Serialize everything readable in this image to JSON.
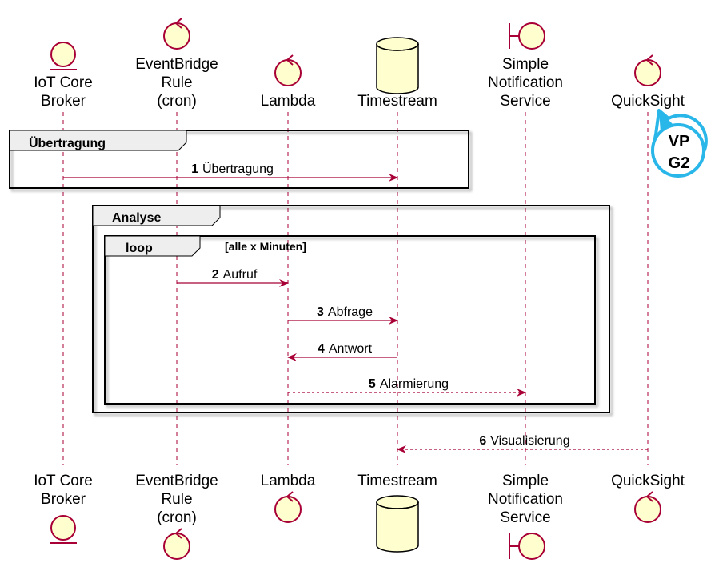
{
  "participants": [
    {
      "id": "iot",
      "type": "entity",
      "lines": [
        "IoT Core",
        "Broker"
      ]
    },
    {
      "id": "eb",
      "type": "control",
      "lines": [
        "EventBridge",
        "Rule",
        "(cron)"
      ]
    },
    {
      "id": "lambda",
      "type": "control",
      "lines": [
        "Lambda"
      ]
    },
    {
      "id": "ts",
      "type": "database",
      "lines": [
        "Timestream"
      ]
    },
    {
      "id": "sns",
      "type": "boundary",
      "lines": [
        "Simple",
        "Notification",
        "Service"
      ]
    },
    {
      "id": "qs",
      "type": "control",
      "lines": [
        "QuickSight"
      ]
    }
  ],
  "groups": {
    "uebertragung": {
      "label": "Übertragung"
    },
    "analyse": {
      "label": "Analyse"
    },
    "loop": {
      "label": "loop",
      "condition": "[alle x Minuten]"
    }
  },
  "messages": [
    {
      "num": "1",
      "text": "Übertragung",
      "from": "iot",
      "to": "ts",
      "style": "solid"
    },
    {
      "num": "2",
      "text": "Aufruf",
      "from": "eb",
      "to": "lambda",
      "style": "solid"
    },
    {
      "num": "3",
      "text": "Abfrage",
      "from": "lambda",
      "to": "ts",
      "style": "solid"
    },
    {
      "num": "4",
      "text": "Antwort",
      "from": "ts",
      "to": "lambda",
      "style": "solid"
    },
    {
      "num": "5",
      "text": "Alarmierung",
      "from": "lambda",
      "to": "sns",
      "style": "dashed"
    },
    {
      "num": "6",
      "text": "Visualisierung",
      "from": "qs",
      "to": "ts",
      "style": "dashed"
    }
  ],
  "badge": {
    "lines": [
      "VP",
      "G2"
    ],
    "color": "#29b6e8"
  },
  "colors": {
    "line": "#a80036",
    "fill": "#fefece",
    "lifeline": "#a80036"
  }
}
